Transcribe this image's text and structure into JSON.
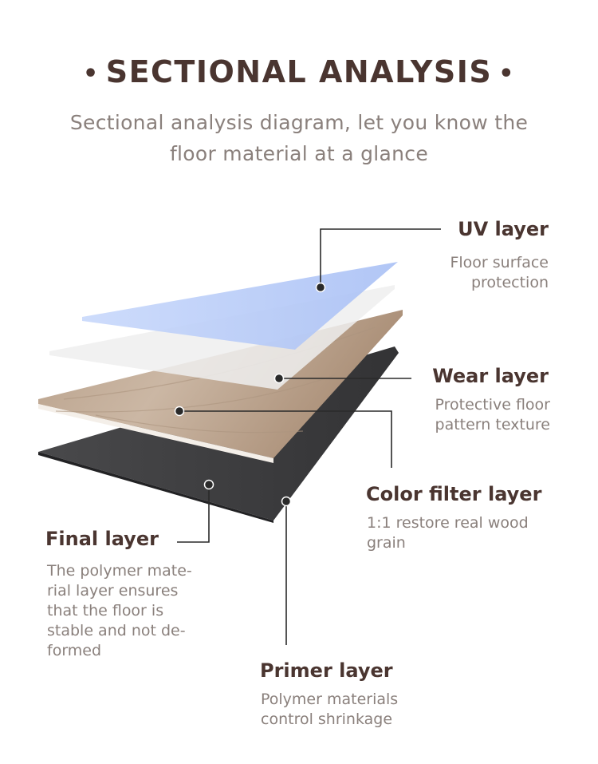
{
  "header": {
    "title": "SECTIONAL ANALYSIS",
    "dot": "•",
    "subtitle_line1": "Sectional analysis diagram, let you know the",
    "subtitle_line2": "floor material at a glance"
  },
  "layers": {
    "uv": {
      "label": "UV layer",
      "desc_line1": "Floor surface",
      "desc_line2": "protection"
    },
    "wear": {
      "label": "Wear layer",
      "desc_line1": "Protective floor",
      "desc_line2": "pattern texture"
    },
    "color": {
      "label": "Color filter layer",
      "desc_line1": "1:1 restore real wood",
      "desc_line2": "grain"
    },
    "final": {
      "label": "Final layer",
      "desc": "The polymer material layer ensures that the floor is stable and not deformed",
      "desc_line1": "The polymer mate-",
      "desc_line2": "rial layer ensures",
      "desc_line3": "that the floor is",
      "desc_line4": "stable and not de-",
      "desc_line5": "formed"
    },
    "primer": {
      "label": "Primer layer",
      "desc_line1": "Polymer materials",
      "desc_line2": "control shrinkage"
    }
  },
  "colors": {
    "title": "#4a3530",
    "text_muted": "#8a807c",
    "uv_layer": "#b9cdf8",
    "wear_layer": "#eeeeee",
    "wood_layer": "#c2ad9a",
    "base_layer": "#3c3c3e",
    "leader_line": "#2a2a2a"
  }
}
